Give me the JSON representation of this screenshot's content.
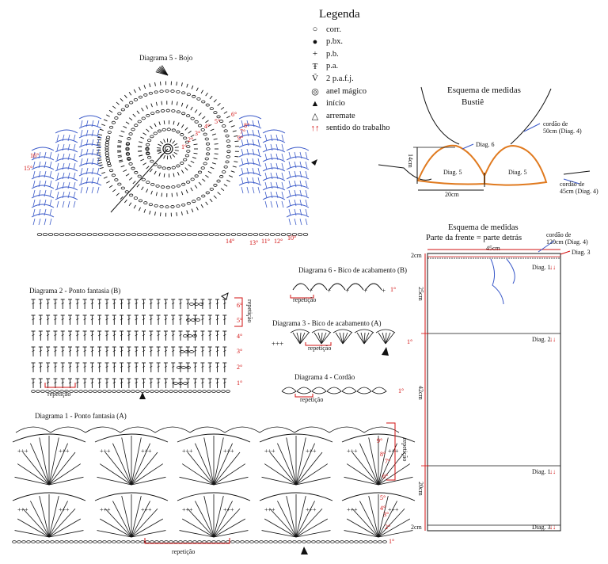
{
  "legend": {
    "title": "Legenda",
    "items": [
      {
        "symbol": "○",
        "label": "corr."
      },
      {
        "symbol": "●",
        "label": "p.bx."
      },
      {
        "symbol": "+",
        "label": "p.b."
      },
      {
        "symbol": "Ŧ",
        "label": "p.a."
      },
      {
        "symbol": "Ṽ",
        "label": "2 p.a.f.j."
      },
      {
        "symbol": "◎",
        "label": "anel mágico"
      },
      {
        "symbol": "▲",
        "label": "início"
      },
      {
        "symbol": "△",
        "label": "arremate"
      },
      {
        "symbol": "↑↑",
        "label": "sentido do trabalho"
      }
    ]
  },
  "diagram5": {
    "title": "Diagrama 5 - Bojo",
    "rounds": [
      "1°",
      "2°",
      "3°",
      "4°",
      "5°",
      "6°",
      "7°",
      "8°",
      "9°",
      "10°",
      "11°",
      "12°",
      "13°",
      "14°",
      "15°",
      "16°"
    ]
  },
  "bustie": {
    "title": "Esquema de medidas",
    "subtitle": "Bustiê",
    "diag5_left": "Diag. 5",
    "diag5_right": "Diag. 5",
    "diag6": "Diag. 6",
    "height": "14cm",
    "width": "20cm",
    "cordao50_line1": "cordão de",
    "cordao50_line2": "50cm (Diag. 4)",
    "cordao45_line1": "cordão de",
    "cordao45_line2": "45cm (Diag. 4)",
    "colors": {
      "outline": "#e07a1f",
      "arrow": "#3a59c9"
    }
  },
  "panel": {
    "title": "Esquema de medidas",
    "subtitle": "Parte da frente = parte detrás",
    "width": "45cm",
    "cordao_line1": "cordão de",
    "cordao_line2": "120cm (Diag. 4)",
    "diag3_top": "Diag. 3",
    "top_band": "2cm",
    "s1_height": "25cm",
    "s1_label": "Diag. 1",
    "s2_height": "42cm",
    "s2_label": "Diag. 2",
    "s3_height": "20cm",
    "s3_label": "Diag. 1",
    "bottom_band": "2cm",
    "bottom_label": "Diag. 3",
    "arrows": "↓↓",
    "colors": {
      "measure": "#d21010",
      "cordao": "#3a59c9"
    }
  },
  "diagram2": {
    "title": "Diagrama 2 - Ponto fantasia (B)",
    "rows": [
      "1°",
      "2°",
      "3°",
      "4°",
      "5°",
      "6°"
    ],
    "repeat": "repetição",
    "repeat_side": "repetição"
  },
  "diagram6": {
    "title": "Diagrama 6 - Bico de acabamento (B)",
    "repeat": "repetição",
    "row": "1°"
  },
  "diagram3": {
    "title": "Diagrama 3 - Bico de acabamento (A)",
    "repeat": "repetição",
    "row": "1°"
  },
  "diagram4": {
    "title": "Diagrama 4 - Cordão",
    "repeat": "repetição",
    "row": "1°"
  },
  "diagram1": {
    "title": "Diagrama 1 - Ponto fantasia (A)",
    "rows": [
      "1°",
      "2°",
      "3°",
      "4°",
      "5°",
      "6°",
      "7°",
      "8°",
      "9°"
    ],
    "repeat": "repetição",
    "repeat_side": "repetição"
  }
}
